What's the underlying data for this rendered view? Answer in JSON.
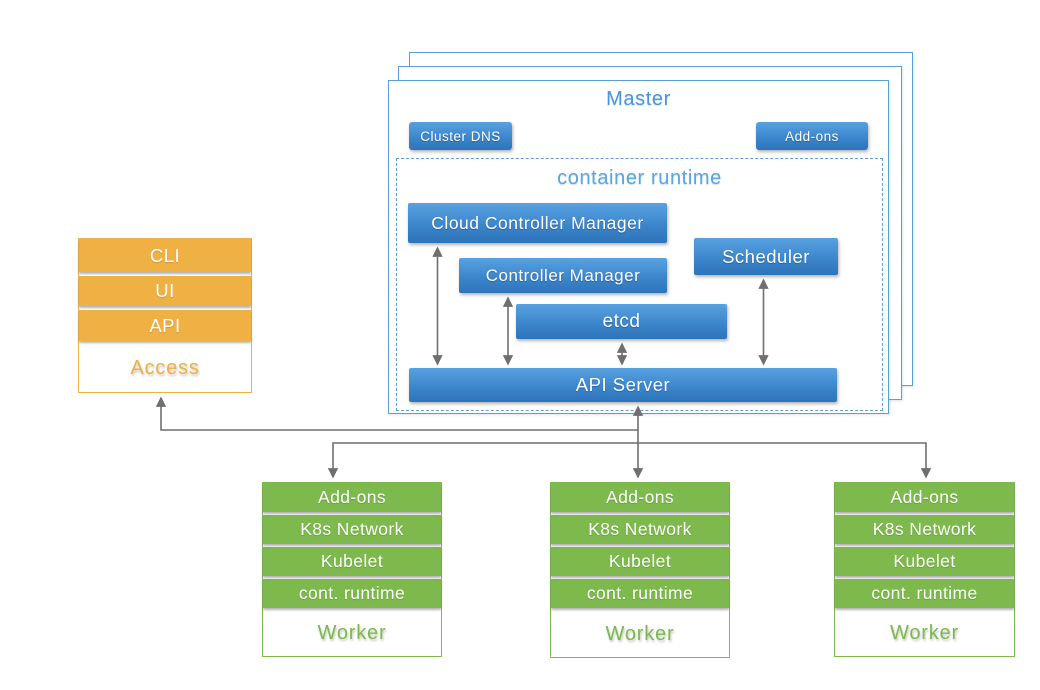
{
  "colors": {
    "blue_gradient_top": "#58a2e1",
    "blue_gradient_bottom": "#2e74ba",
    "blue_border": "#5b9fd8",
    "blue_title_text": "#4a96d8",
    "light_blue_title_text": "#58a7e0",
    "orange": "#f0b144",
    "green": "#7db94c",
    "arrow_gray": "#6f6f6f"
  },
  "master": {
    "title": "Master",
    "cluster_dns_label": "Cluster DNS",
    "addons_label": "Add-ons",
    "container_runtime": {
      "title": "container runtime",
      "cloud_controller_manager": "Cloud Controller Manager",
      "controller_manager": "Controller Manager",
      "scheduler": "Scheduler",
      "etcd": "etcd",
      "api_server": "API Server"
    }
  },
  "access": {
    "layers": [
      "CLI",
      "UI",
      "API"
    ],
    "label": "Access"
  },
  "workers": [
    {
      "rows": [
        "Add-ons",
        "K8s Network",
        "Kubelet",
        "cont. runtime"
      ],
      "label": "Worker"
    },
    {
      "rows": [
        "Add-ons",
        "K8s Network",
        "Kubelet",
        "cont. runtime"
      ],
      "label": "Worker"
    },
    {
      "rows": [
        "Add-ons",
        "K8s Network",
        "Kubelet",
        "cont. runtime"
      ],
      "label": "Worker"
    }
  ]
}
